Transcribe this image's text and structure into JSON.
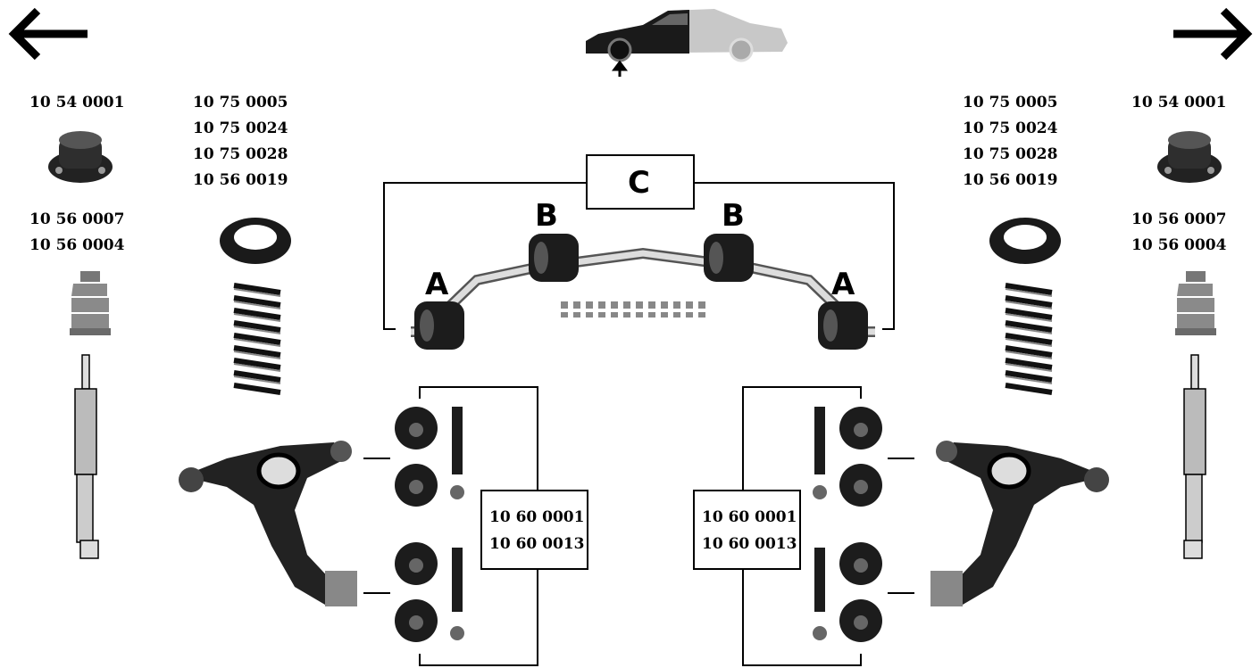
{
  "nav": {
    "prev_icon": "arrow-left-icon",
    "next_icon": "arrow-right-icon"
  },
  "car_icon": "car-front-axle-icon",
  "left": {
    "mount_numbers": [
      "10 54 0001"
    ],
    "spring_numbers": [
      "10 75 0005",
      "10 75 0024",
      "10 75 0028",
      "10 56 0019"
    ],
    "bump_numbers": [
      "10 56 0007",
      "10 56 0004"
    ],
    "arm_numbers": [
      "10 60 0001",
      "10 60 0013"
    ]
  },
  "right": {
    "spring_numbers": [
      "10 75 0005",
      "10 75 0024",
      "10 75 0028",
      "10 56 0019"
    ],
    "mount_numbers": [
      "10 54 0001"
    ],
    "bump_numbers": [
      "10 56 0007",
      "10 56 0004"
    ],
    "arm_numbers": [
      "10 60 0001",
      "10 60 0013"
    ]
  },
  "stabilizer": {
    "label_a": "A",
    "label_b": "B",
    "label_c": "C"
  }
}
